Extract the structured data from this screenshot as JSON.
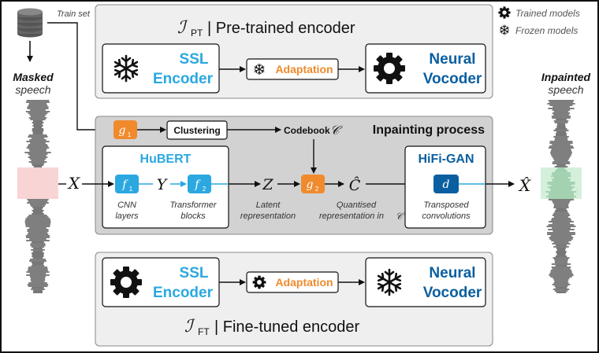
{
  "colors": {
    "ssl_blue": "#2BA8E0",
    "dark_blue": "#0A5FA0",
    "orange": "#F08A2C",
    "panel_bg": "#EFEFEF",
    "process_bg": "#D2D2D2",
    "masked_red": "#F4B8B8",
    "inpainted_green": "#B8E6C4"
  },
  "legend": {
    "trained": "Trained models",
    "frozen": "Frozen models",
    "trained_icon": "gear-icon",
    "frozen_icon": "snowflake-icon"
  },
  "dataset": {
    "icon": "database-icon",
    "label": "Train set"
  },
  "left": {
    "title": "Masked",
    "subtitle": "speech",
    "var": "X"
  },
  "right": {
    "title": "Inpainted",
    "subtitle": "speech",
    "var": "X̂"
  },
  "pt_panel": {
    "symbol": "ℐ",
    "subscript": "PT",
    "title": "| Pre-trained encoder",
    "ssl_line1": "SSL",
    "ssl_line2": "Encoder",
    "adaptation": "Adaptation",
    "vocoder_line1": "Neural",
    "vocoder_line2": "Vocoder"
  },
  "ft_panel": {
    "symbol": "ℐ",
    "subscript": "FT",
    "title": "| Fine-tuned encoder",
    "ssl_line1": "SSL",
    "ssl_line2": "Encoder",
    "adaptation": "Adaptation",
    "vocoder_line1": "Neural",
    "vocoder_line2": "Vocoder"
  },
  "process": {
    "title": "Inpainting process",
    "g1_base": "g",
    "g1_sub": "1",
    "clustering": "Clustering",
    "codebook": "Codebook",
    "codebook_symbol": "𝒞",
    "hubert": "HuBERT",
    "f1_base": "f",
    "f1_sub": "1",
    "f2_base": "f",
    "f2_sub": "2",
    "y_var": "Y",
    "z_var": "Z",
    "g2_base": "g",
    "g2_sub": "2",
    "c_hat": "Ĉ",
    "hifigan": "HiFi-GAN",
    "d_label": "d",
    "cnn_1": "CNN",
    "cnn_2": "layers",
    "trans_1": "Transformer",
    "trans_2": "blocks",
    "latent_1": "Latent",
    "latent_2": "representation",
    "quant_1": "Quantised",
    "quant_2": "representation in",
    "quant_sym": "𝒞",
    "tconv_1": "Transposed",
    "tconv_2": "convolutions"
  }
}
